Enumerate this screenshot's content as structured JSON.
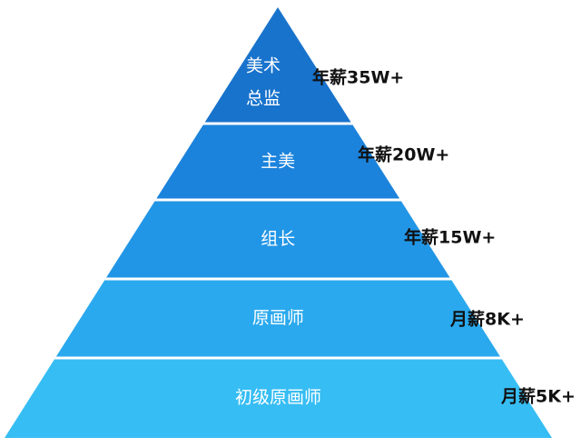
{
  "pyramid": {
    "tiers": [
      {
        "lines": [
          "美术",
          "总监"
        ],
        "salary": "年薪35W+",
        "color": "#1873cc"
      },
      {
        "lines": [
          "主美"
        ],
        "salary": "年薪20W+",
        "color": "#1b83dc"
      },
      {
        "lines": [
          "组长"
        ],
        "salary": "年薪15W+",
        "color": "#2296e6"
      },
      {
        "lines": [
          "原画师"
        ],
        "salary": "月薪8K+",
        "color": "#2aa9ee"
      },
      {
        "lines": [
          "初级原画师"
        ],
        "salary": "月薪5K+",
        "color": "#36bdf4"
      }
    ]
  }
}
